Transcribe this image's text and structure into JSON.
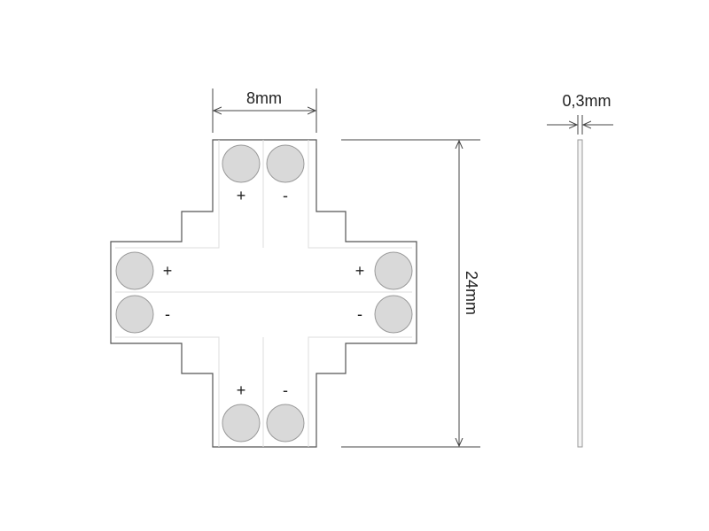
{
  "dimensions": {
    "width_label": "8mm",
    "height_label": "24mm",
    "thickness_label": "0,3mm"
  },
  "polarity": {
    "plus": "+",
    "minus": "-"
  },
  "colors": {
    "outline": "#555555",
    "inner_line": "#dddddd",
    "pad": "#d9d9d9",
    "pad_stroke": "#999999",
    "dim_line": "#444444"
  }
}
